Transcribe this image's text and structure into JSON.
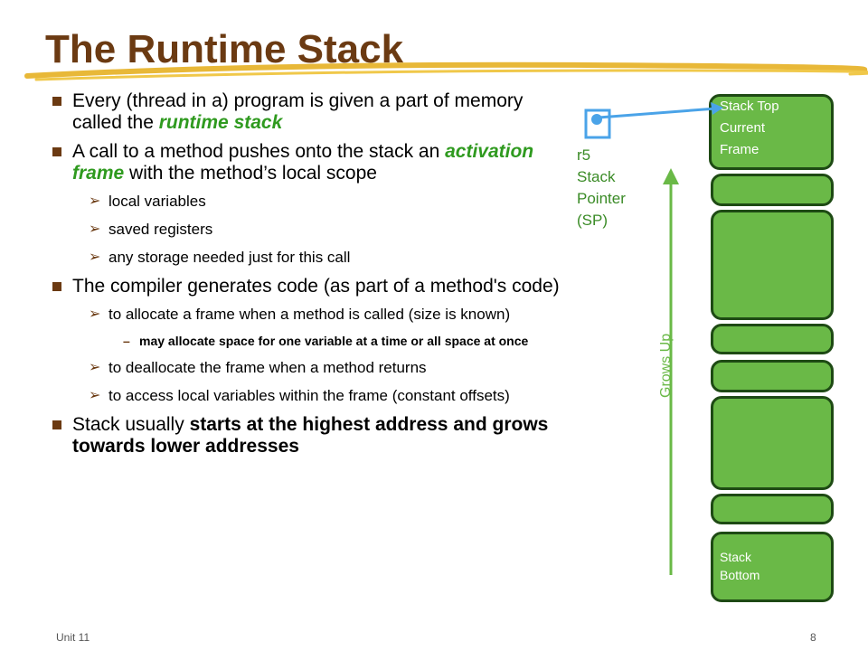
{
  "slide": {
    "title": "The Runtime Stack",
    "footer_left": "Unit 11",
    "footer_right": "8"
  },
  "bullets": {
    "b1": {
      "text_a": "Every (thread in a) program  is given  a part of memory called the ",
      "emph": "runtime stack"
    },
    "b2": {
      "text_a": "A call to a method pushes onto the stack an ",
      "emph": "activation frame",
      "text_b": " with the method’s local scope"
    },
    "b2_subs": [
      "local variables",
      "saved registers",
      "any storage needed just for this call"
    ],
    "b3": {
      "text": "The compiler generates code (as part of a method's code)"
    },
    "b3_sub1": "to allocate a frame when a method is called (size is known)",
    "b3_sub1_sub": "may allocate space for one variable at a time or all space at once",
    "b3_sub2": "to deallocate the frame when a method returns",
    "b3_sub3": "to access local variables within the frame (constant offsets)",
    "b4": {
      "text_a": "Stack usually ",
      "bold": "starts at the highest address and grows towards lower addresses"
    }
  },
  "diagram": {
    "register_name": "r5",
    "register_desc_1": "Stack",
    "register_desc_2": "Pointer",
    "register_desc_3": "(SP)",
    "top_label_1": "Stack Top",
    "top_label_2": "Current",
    "top_label_3": "Frame",
    "bottom_label_1": "Stack",
    "bottom_label_2": "Bottom",
    "grows_label": "Grows Up",
    "block_color": "#6ab947",
    "arrow_color": "#4aa3e8"
  }
}
